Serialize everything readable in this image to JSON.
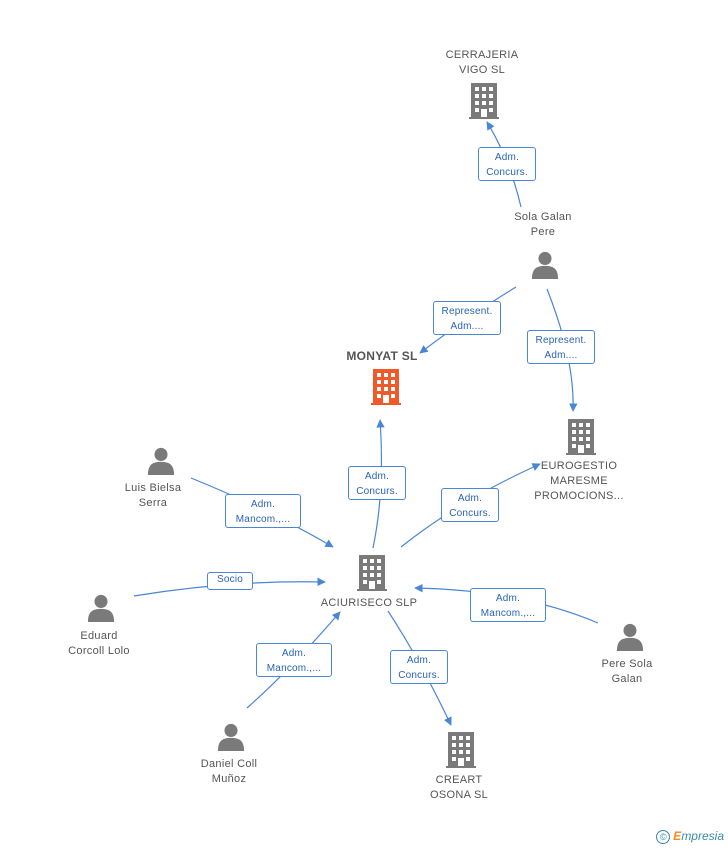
{
  "colors": {
    "edge": "#4a86d6",
    "node_icon": "#7a7a7a",
    "main_icon": "#f05a28",
    "label_text": "#555555",
    "edge_text": "#2a62b8"
  },
  "nodes": {
    "cerrajeria": {
      "type": "company",
      "icon": "building-icon",
      "lines": [
        "CERRAJERIA",
        "VIGO SL"
      ]
    },
    "sola_galan_pere": {
      "type": "person",
      "icon": "person-icon",
      "lines": [
        "Sola Galan",
        "Pere"
      ]
    },
    "monyat": {
      "type": "company",
      "icon": "building-icon",
      "main": true,
      "lines": [
        "MONYAT SL"
      ]
    },
    "eurogestio": {
      "type": "company",
      "icon": "building-icon",
      "lines": [
        "EUROGESTIO",
        "MARESME",
        "PROMOCIONS..."
      ]
    },
    "luis_bielsa": {
      "type": "person",
      "icon": "person-icon",
      "lines": [
        "Luis Bielsa",
        "Serra"
      ]
    },
    "aciuriseco": {
      "type": "company",
      "icon": "building-icon",
      "lines": [
        "ACIURISECO SLP"
      ]
    },
    "eduard_corcoll": {
      "type": "person",
      "icon": "person-icon",
      "lines": [
        "Eduard",
        "Corcoll Lolo"
      ]
    },
    "pere_sola_galan": {
      "type": "person",
      "icon": "person-icon",
      "lines": [
        "Pere Sola",
        "Galan"
      ]
    },
    "daniel_coll": {
      "type": "person",
      "icon": "person-icon",
      "lines": [
        "Daniel Coll",
        "Muñoz"
      ]
    },
    "creart": {
      "type": "company",
      "icon": "building-icon",
      "lines": [
        "CREART",
        "OSONA SL"
      ]
    }
  },
  "edges": [
    {
      "from": "sola_galan_pere",
      "to": "cerrajeria",
      "lines": [
        "Adm.",
        "Concurs."
      ]
    },
    {
      "from": "sola_galan_pere",
      "to": "monyat",
      "lines": [
        "Represent.",
        "Adm...."
      ]
    },
    {
      "from": "sola_galan_pere",
      "to": "eurogestio",
      "lines": [
        "Represent.",
        "Adm...."
      ]
    },
    {
      "from": "aciuriseco",
      "to": "monyat",
      "lines": [
        "Adm.",
        "Concurs."
      ]
    },
    {
      "from": "aciuriseco",
      "to": "eurogestio",
      "lines": [
        "Adm.",
        "Concurs."
      ]
    },
    {
      "from": "luis_bielsa",
      "to": "aciuriseco",
      "lines": [
        "Adm.",
        "Mancom.,..."
      ]
    },
    {
      "from": "eduard_corcoll",
      "to": "aciuriseco",
      "lines": [
        "Socio"
      ]
    },
    {
      "from": "pere_sola_galan",
      "to": "aciuriseco",
      "lines": [
        "Adm.",
        "Mancom.,..."
      ]
    },
    {
      "from": "daniel_coll",
      "to": "aciuriseco",
      "lines": [
        "Adm.",
        "Mancom.,..."
      ]
    },
    {
      "from": "aciuriseco",
      "to": "creart",
      "lines": [
        "Adm.",
        "Concurs."
      ]
    }
  ],
  "footer": {
    "copyright_symbol": "©",
    "brand_initial": "E",
    "brand_rest": "mpresia"
  }
}
